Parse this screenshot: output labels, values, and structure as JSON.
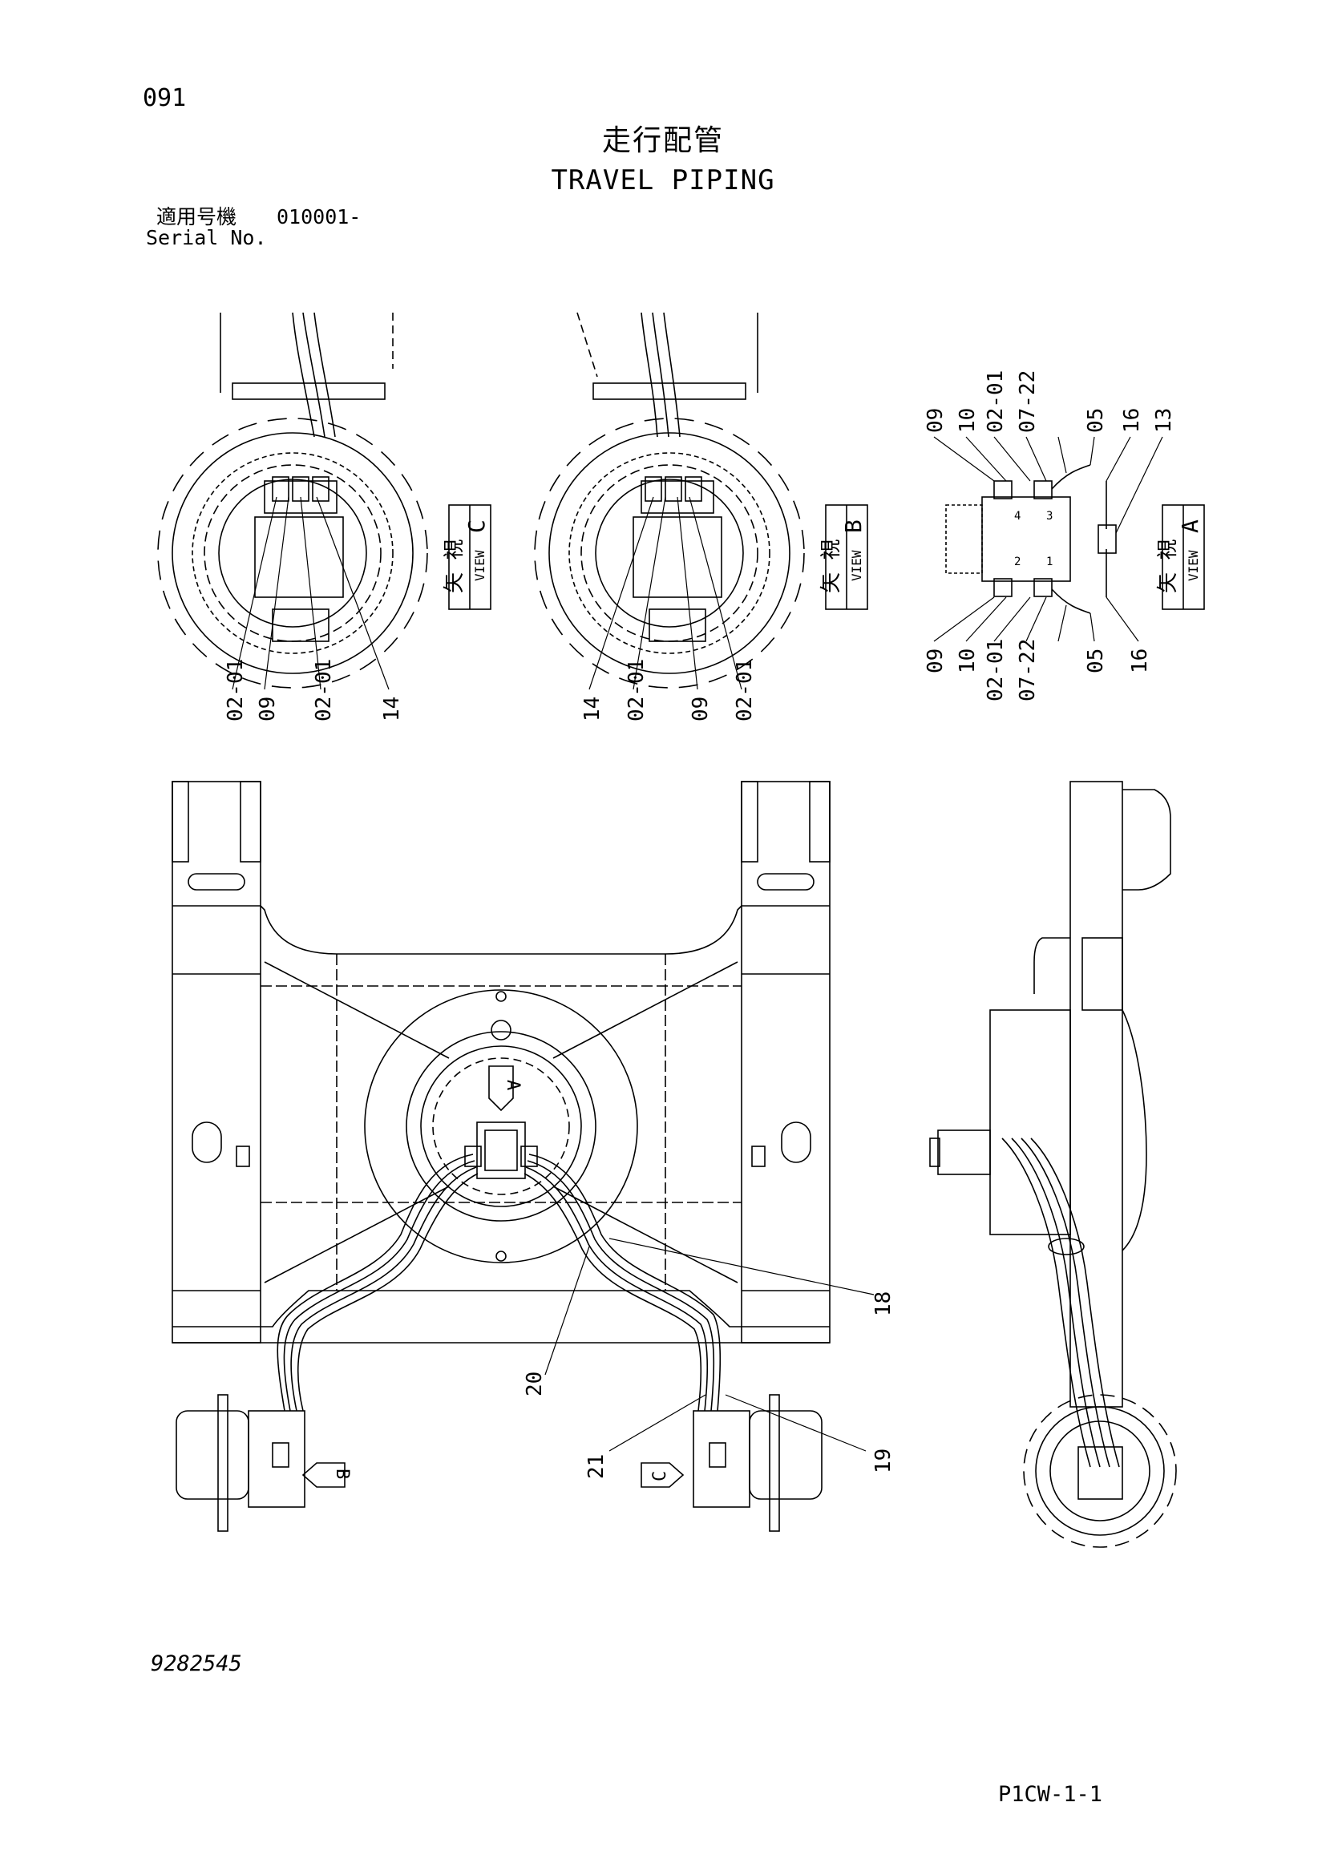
{
  "header": {
    "page_number": "091",
    "title_jp": "走行配管",
    "title_en": "TRAVEL PIPING",
    "serial_label_jp": "適用号機",
    "serial_value": "010001-",
    "serial_label_en": "Serial No."
  },
  "views": {
    "view_c": {
      "kanji": "矢 視",
      "label": "VIEW",
      "letter": "C",
      "callouts": [
        "02-01",
        "09",
        "02-01",
        "14"
      ]
    },
    "view_b": {
      "kanji": "矢 視",
      "label": "VIEW",
      "letter": "B",
      "callouts": [
        "14",
        "02-01",
        "09",
        "02-01"
      ]
    },
    "view_a": {
      "kanji": "矢 視",
      "label": "VIEW",
      "letter": "A",
      "callouts_top": [
        "09",
        "10",
        "02-01",
        "07-22",
        "05",
        "16",
        "13"
      ],
      "callouts_bottom": [
        "09",
        "10",
        "02-01",
        "07-22",
        "05",
        "16"
      ],
      "port_numbers": [
        "4",
        "3",
        "2",
        "1"
      ]
    }
  },
  "main_view": {
    "arrow_markers": [
      "A",
      "B",
      "C"
    ],
    "callouts": [
      "18",
      "20",
      "21",
      "19"
    ]
  },
  "footer": {
    "drawing_number": "9282545",
    "page_code": "P1CW-1-1"
  }
}
